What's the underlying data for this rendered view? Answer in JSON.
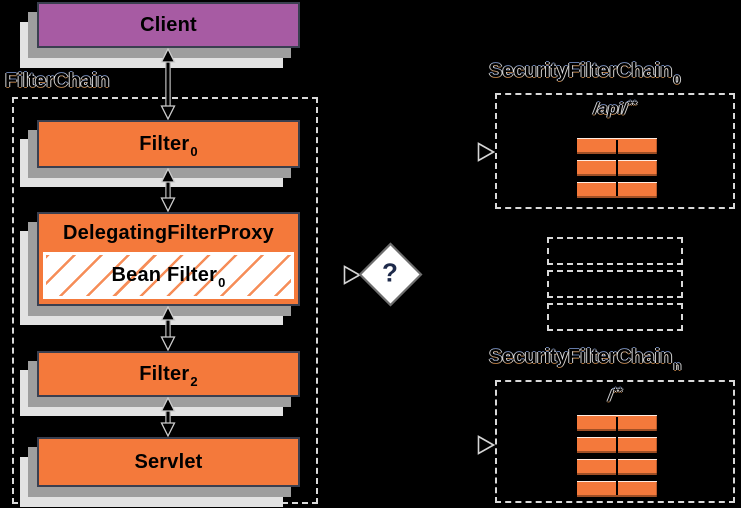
{
  "colors": {
    "background": "#000000",
    "orange": "#F4793B",
    "purple": "#A75BA3",
    "shadow_dark": "#9E9E9E",
    "shadow_light": "#E2E2E2",
    "dash": "#D9D9D9",
    "box_border": "#3A3F4F"
  },
  "client": {
    "label": "Client"
  },
  "filter_chain": {
    "label": "FilterChain",
    "filter0": {
      "base": "Filter",
      "sub": "0"
    },
    "delegating_proxy": {
      "label": "DelegatingFilterProxy"
    },
    "bean_filter": {
      "base": "Bean Filter",
      "sub": "0"
    },
    "filter2": {
      "base": "Filter",
      "sub": "2"
    },
    "servlet": {
      "label": "Servlet"
    }
  },
  "decision": {
    "label": "?"
  },
  "security_chains": {
    "top": {
      "title": "SecurityFilterChain",
      "subscript": "0",
      "url_pattern": "/api/",
      "url_pattern_sup": "**",
      "filter_bars": 3
    },
    "placeholder_boxes": 3,
    "bottom": {
      "title": "SecurityFilterChain",
      "subscript": "n",
      "url_pattern": "/",
      "url_pattern_sup": "**",
      "filter_bars": 4
    }
  }
}
